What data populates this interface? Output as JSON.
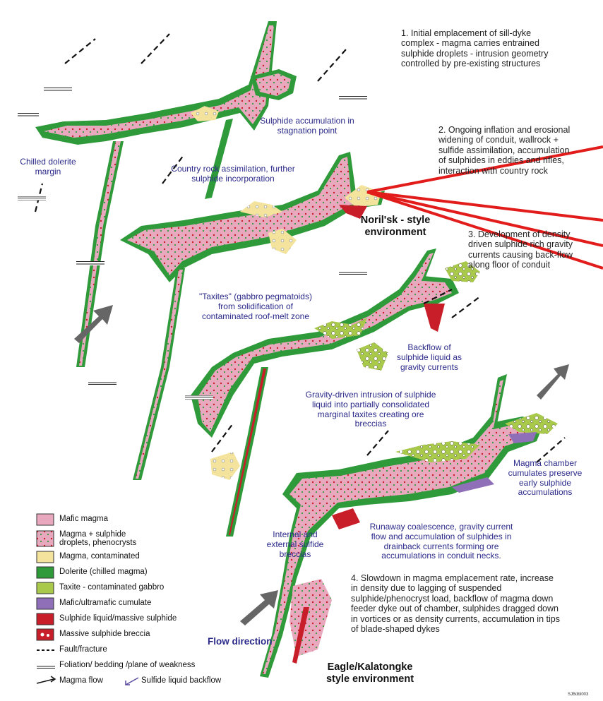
{
  "steps": {
    "s1": [
      "1. Initial emplacement of sill-dyke",
      "complex - magma carries entrained",
      "sulphide droplets - intrusion geometry",
      "controlled by pre-existing structures"
    ],
    "s2": [
      "2. Ongoing inflation and erosional",
      "widening of conduit, wallrock +",
      "sulfide assimilation, accumulation",
      "of sulphides in eddies and rifles,",
      "interaction with country rock"
    ],
    "s3": [
      "3. Development of density",
      "driven sulphide rich gravity",
      "currents causing back-flow",
      "along floor of conduit"
    ],
    "s4": [
      "4. Slowdown in magma emplacement rate, increase",
      "in density due to lagging of suspended",
      "sulphide/phenocryst load, backflow of magma down",
      "feeder dyke out of chamber, sulphides dragged down",
      "in vortices or as density currents, accumulation in tips",
      "of blade-shaped dykes"
    ]
  },
  "annotations": {
    "stagnation": [
      "Sulphide accumulation in",
      "stagnation point"
    ],
    "chilled": [
      "Chilled dolerite",
      "margin"
    ],
    "country": [
      "Country rock assimilation, further",
      "sulphide incorporation"
    ],
    "taxites": [
      "\"Taxites\" (gabbro pegmatoids)",
      "from solidification of",
      "contaminated roof-melt zone"
    ],
    "backflow": [
      "Backflow of",
      "sulphide liquid as",
      "gravity currents"
    ],
    "gravity": [
      "Gravity-driven intrusion of sulphide",
      "liquid into partially consolidated",
      "marginal taxites creating ore",
      "breccias"
    ],
    "chamber": [
      "Magma chamber",
      "cumulates preserve",
      "early sulphide",
      "accumulations"
    ],
    "internal": [
      "Internal and",
      "external sulfide",
      "breccias"
    ],
    "runaway": [
      "Runaway coalescence, gravity current",
      "flow and accumulation of sulphides in",
      "drainback currents forming ore",
      "accumulations in conduit necks."
    ]
  },
  "environments": {
    "norilsk": [
      "Noril'sk - style",
      "environment"
    ],
    "eagle": [
      "Eagle/Kalatongke",
      "style environment"
    ],
    "flow_direction": "Flow direction"
  },
  "legend": [
    {
      "label": "Mafic magma",
      "color": "#e8a9bf",
      "kind": "fill"
    },
    {
      "label": "Magma + sulphide\ndroplets, phenocrysts",
      "color": "#e8a9bf",
      "kind": "dots"
    },
    {
      "label": "Magma, contaminated",
      "color": "#f3e39c",
      "kind": "fill"
    },
    {
      "label": "Dolerite (chilled magma)",
      "color": "#2e9a3a",
      "kind": "fill"
    },
    {
      "label": "Taxite - contaminated gabbro",
      "color": "#a9c94a",
      "kind": "fill"
    },
    {
      "label": "Mafic/ultramafic cumulate",
      "color": "#8e6fb8",
      "kind": "fill"
    },
    {
      "label": "Sulphide liquid/massive sulphide",
      "color": "#c81e2a",
      "kind": "fill"
    },
    {
      "label": "Massive sulphide breccia",
      "color": "#c81e2a",
      "kind": "breccia"
    },
    {
      "label": "Fault/fracture",
      "color": "#111111",
      "kind": "dash"
    },
    {
      "label": "Foliation/ bedding /plane of weakness",
      "color": "#111111",
      "kind": "hatch"
    },
    {
      "label": "Magma flow",
      "color": "#111111",
      "kind": "arrow"
    },
    {
      "label": "Sulfide liquid backflow",
      "color": "#5a4aa0",
      "kind": "backarrow"
    }
  ],
  "figure_code": "SJBdbt003",
  "colors": {
    "mafic": "#e8a9bf",
    "dolerite": "#2e9a3a",
    "taxite": "#a9c94a",
    "contaminated": "#f3e39c",
    "sulphide": "#c81e2a",
    "cumulate": "#8e6fb8",
    "pointer": "#e21b1b",
    "annotation_text": "#2b2a8a"
  }
}
